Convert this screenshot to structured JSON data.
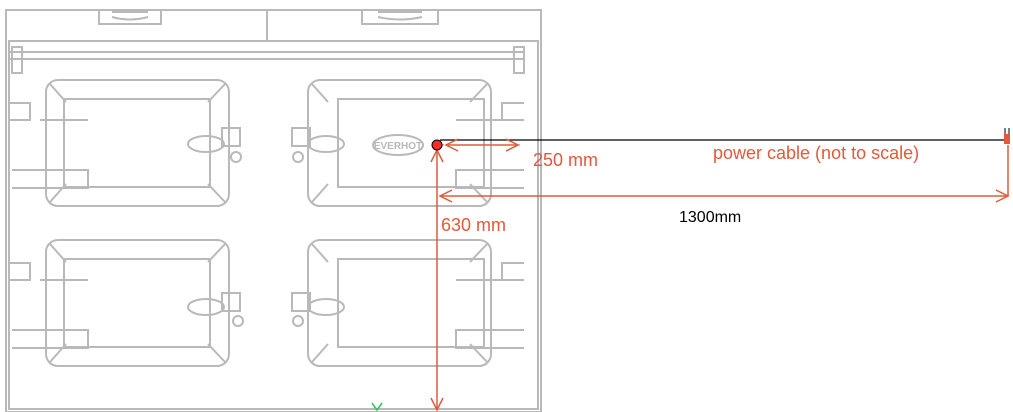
{
  "diagram": {
    "logo_text": "EVERHOT",
    "annotations": {
      "horizontal_offset": "250 mm",
      "vertical_offset": "630 mm",
      "cable_length": "1300mm",
      "cable_note": "power cable (not to scale)"
    }
  },
  "colors": {
    "outline": "#b9b9b9",
    "dimension": "#e05a3c",
    "cable": "#000000",
    "point": "#ff2a2a",
    "marker": "#2bbf4a"
  }
}
